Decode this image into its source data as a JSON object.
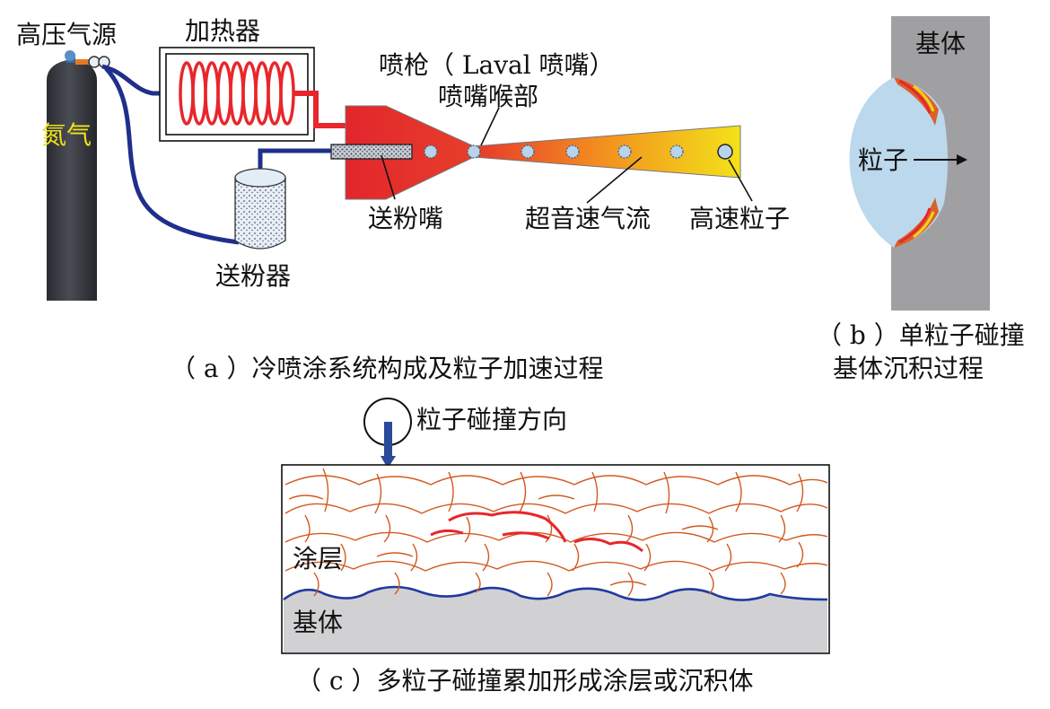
{
  "panel_a": {
    "gas_source": "高压气源",
    "nitrogen": "氮气",
    "heater": "加热器",
    "gun": "喷枪（ Laval 喷嘴）",
    "throat": "喷嘴喉部",
    "feeder_nozzle": "送粉嘴",
    "supersonic_flow": "超音速气流",
    "high_speed_particle": "高速粒子",
    "powder_feeder": "送粉器",
    "caption": "（ a ）冷喷涂系统构成及粒子加速过程"
  },
  "panel_b": {
    "substrate": "基体",
    "particle": "粒子",
    "caption_line1": "（ b ）单粒子碰撞",
    "caption_line2": "基体沉积过程"
  },
  "panel_c": {
    "impact_direction": "粒子碰撞方向",
    "coating": "涂层",
    "substrate": "基体",
    "caption": "（ c ）多粒子碰撞累加形成涂层或沉积体"
  },
  "colors": {
    "cylinder": "#3a3c44",
    "hose": "#1f2f8c",
    "coil": "#e8262b",
    "nozzle_hot": "#e2262c",
    "nozzle_warm": "#f6a11e",
    "nozzle_cool": "#f3e21a",
    "substrate_gray": "#a0a0a3",
    "particle_blue": "#bcd8ec",
    "splat": "#d9622a",
    "nitrogen_text": "#f0e21b"
  }
}
